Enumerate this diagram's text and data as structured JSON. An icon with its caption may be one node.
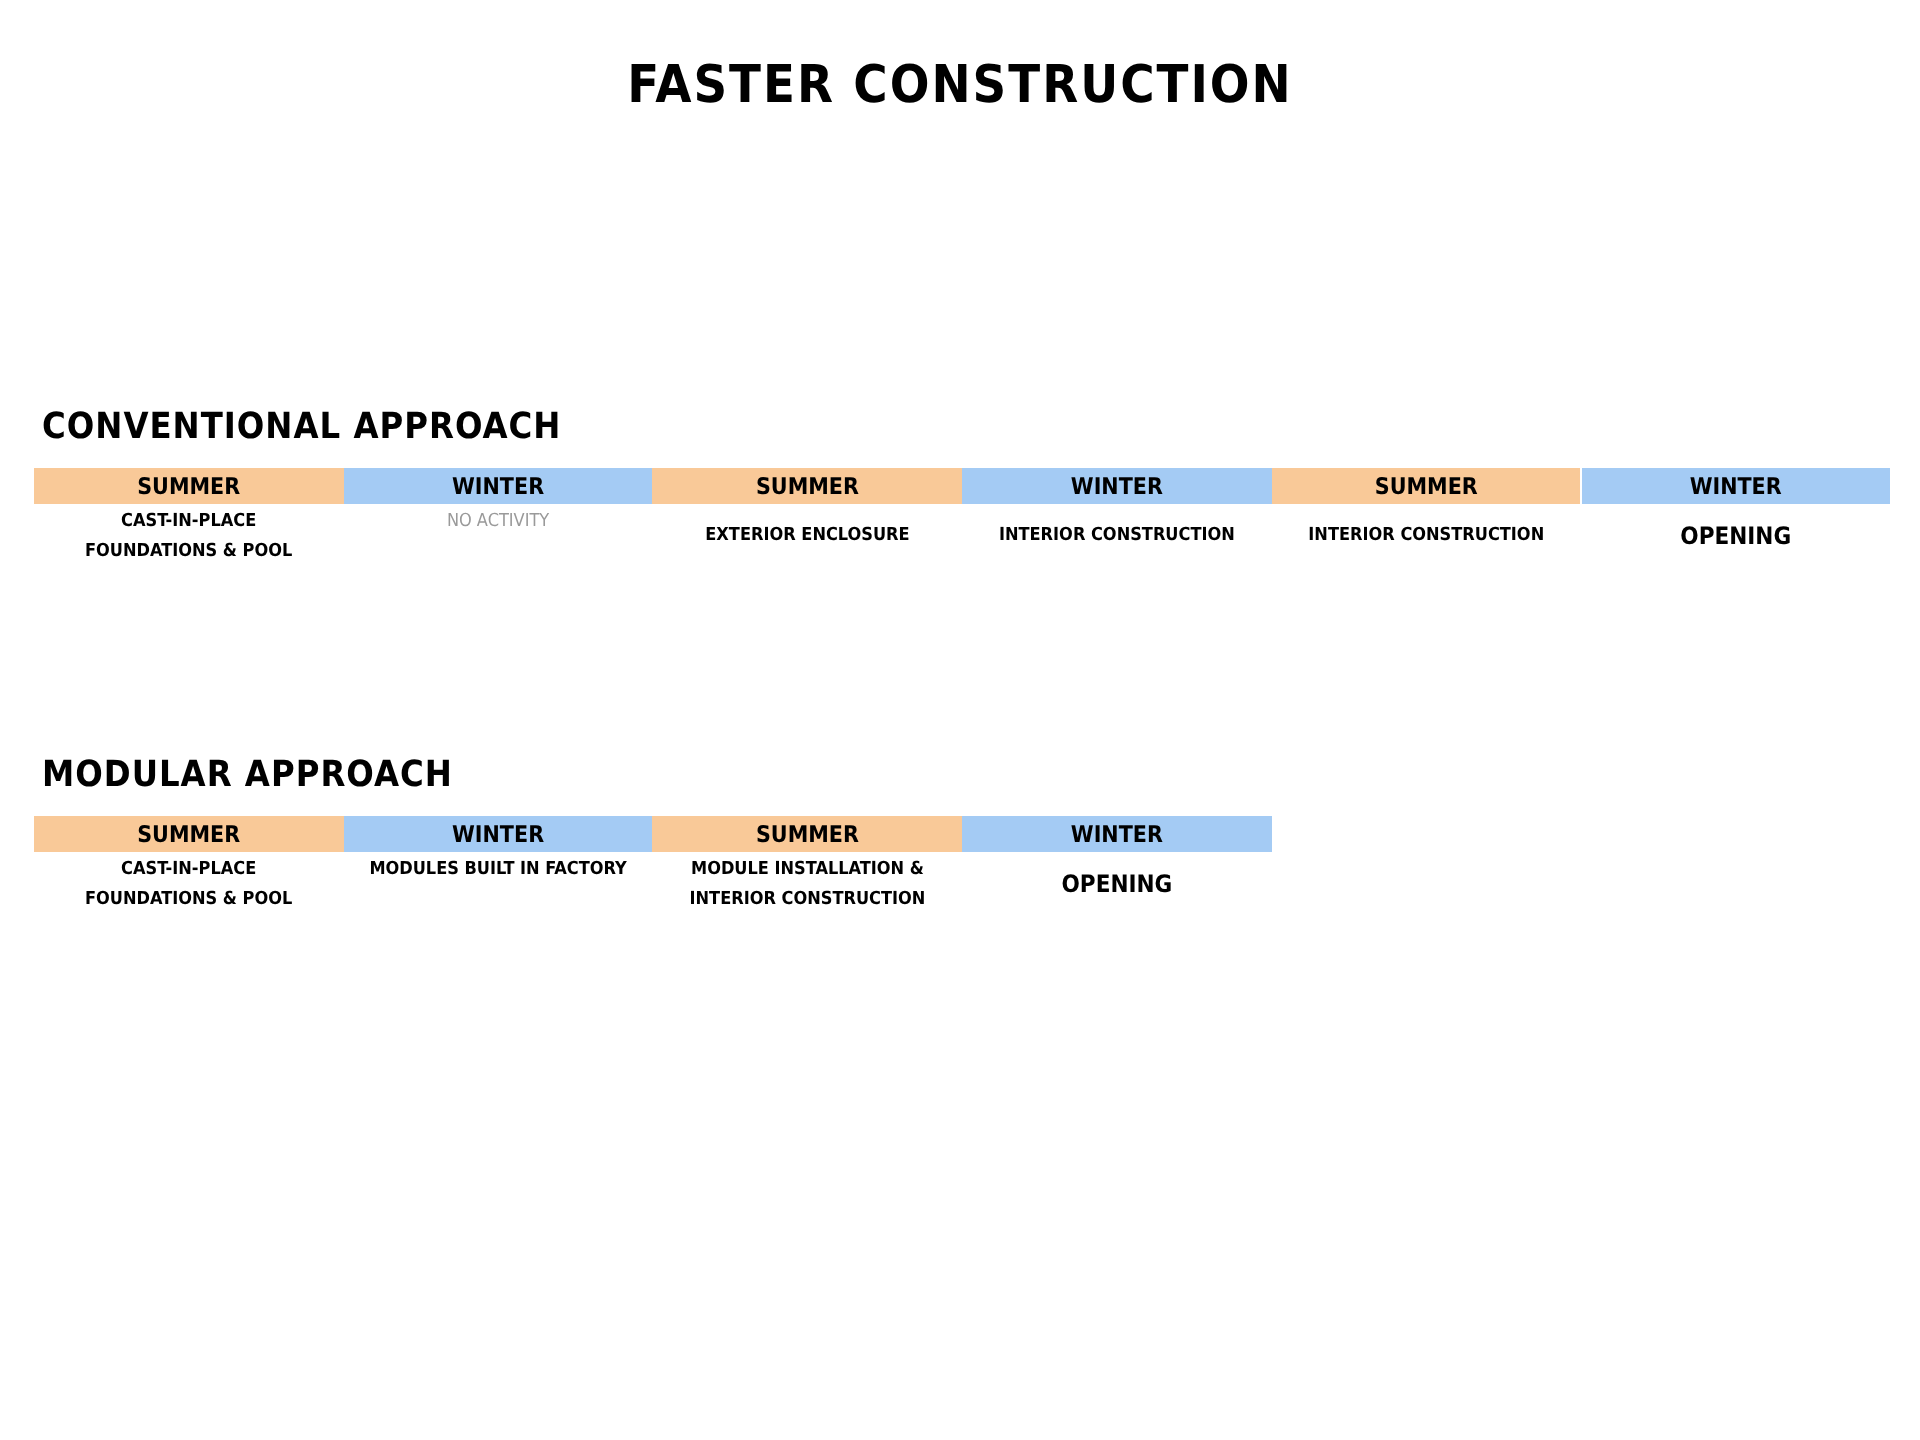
{
  "diagram": {
    "title": "FASTER CONSTRUCTION",
    "nodes": [
      {
        "text": [
          "SUMMER"
        ],
        "beside": [
          "CAST-IN-PLACE FOUNDATIONS & POOL"
        ]
      },
      {
        "text": [
          "WINTER"
        ],
        "beside": [
          "NO ACTIVITY"
        ]
      },
      {
        "text": [
          "SUMMER"
        ],
        "beside": [
          "EXTERIOR ENCLOSURE"
        ]
      },
      {
        "text": [
          "WINTER"
        ],
        "beside": [
          "INTERIOR CONSTRUCTION"
        ]
      },
      {
        "text": [
          "SUMMER"
        ],
        "beside": [
          "INTERIOR CONSTRUCTION"
        ]
      },
      {
        "text": [
          "WINTER"
        ],
        "beside": [
          "OPENING"
        ]
      },
      {
        "text": [
          "SUMMER"
        ],
        "beside": [
          "CAST-IN-PLACE FOUNDATIONS & POOL"
        ]
      },
      {
        "text": [
          "WINTER"
        ],
        "beside": [
          "MODULES BUILT IN FACTORY"
        ]
      },
      {
        "text": [
          "SUMMER"
        ],
        "beside": [
          "MODULE INSTALLATION & INTERIOR CONSTRUCTION"
        ]
      },
      {
        "text": [
          "WINTER"
        ],
        "beside": [
          "OPENING"
        ]
      }
    ],
    "labels": [
      "CONVENTIONAL APPROACH",
      "MODULAR APPROACH"
    ]
  }
}
